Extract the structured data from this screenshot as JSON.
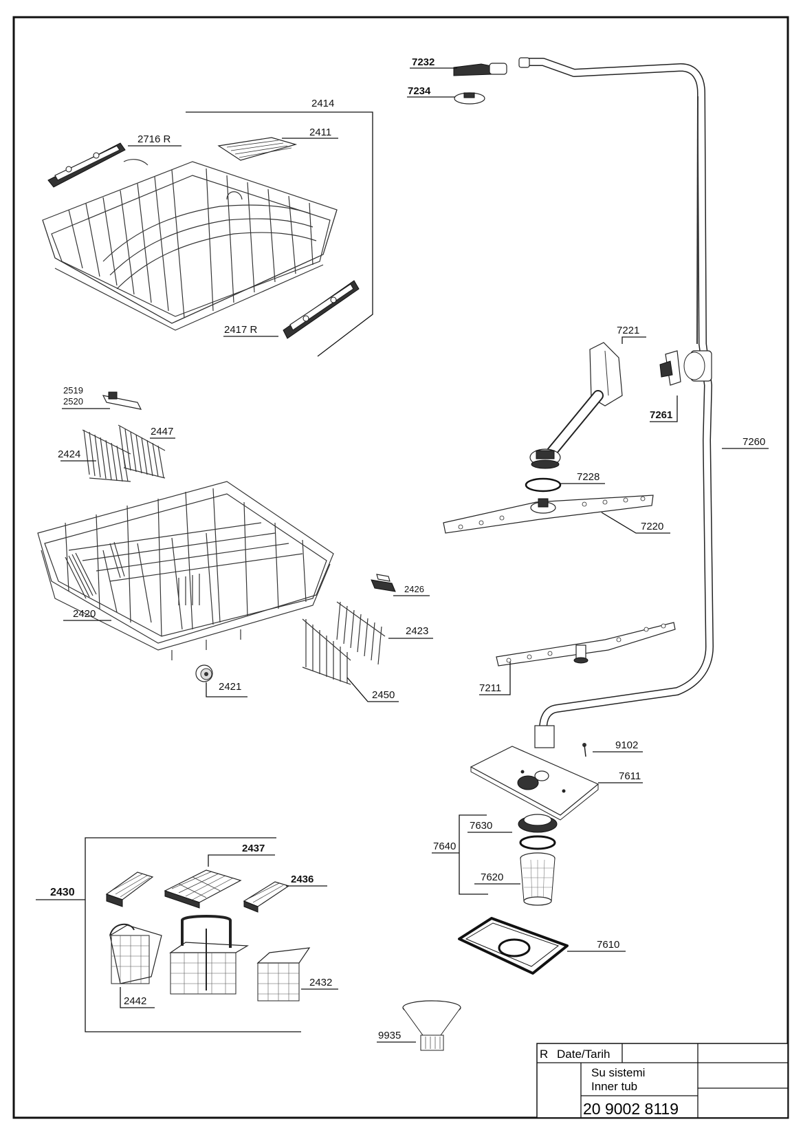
{
  "labels": {
    "l2414": "2414",
    "l2716": "2716 R",
    "l2411": "2411",
    "l2417": "2417 R",
    "l2519": "2519",
    "l2520": "2520",
    "l2447": "2447",
    "l2424": "2424",
    "l2426": "2426",
    "l2420": "2420",
    "l2423": "2423",
    "l2421": "2421",
    "l2450": "2450",
    "l2430": "2430",
    "l2437": "2437",
    "l2436": "2436",
    "l2442": "2442",
    "l2432": "2432",
    "l7232": "7232",
    "l7234": "7234",
    "l7221": "7221",
    "l7261": "7261",
    "l7260": "7260",
    "l7228": "7228",
    "l7220": "7220",
    "l7211": "7211",
    "l9102": "9102",
    "l7611": "7611",
    "l7630": "7630",
    "l7640": "7640",
    "l7620": "7620",
    "l7610": "7610",
    "l9935": "9935"
  },
  "title_block": {
    "rev": "R",
    "date_label": "Date/Tarih",
    "name_tr": "Su sistemi",
    "name_en": "Inner tub",
    "doc_number": "20 9002 8119"
  }
}
